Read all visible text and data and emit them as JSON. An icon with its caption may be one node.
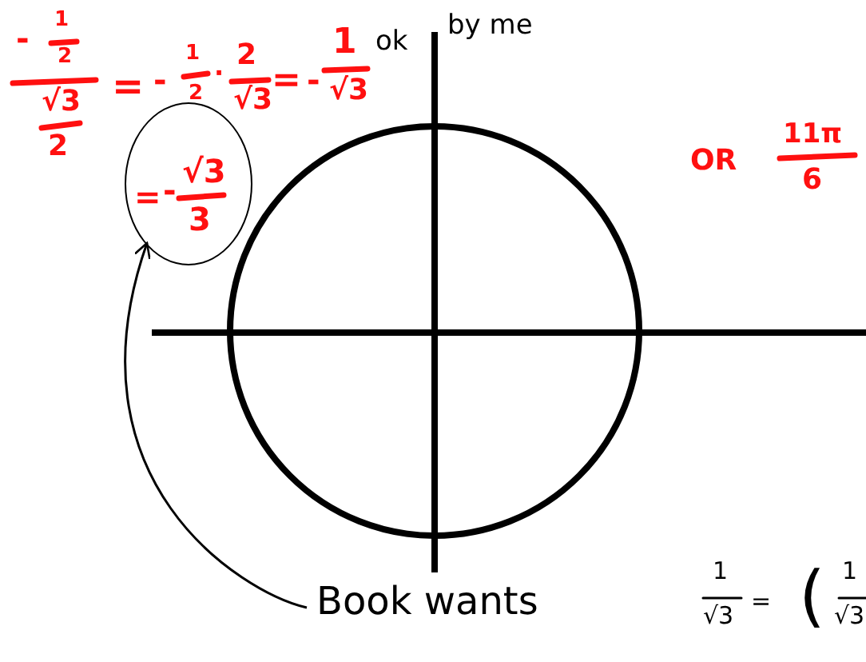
{
  "diagram": {
    "nodes": [
      {
        "text": [
          "=",
          "-",
          "√3",
          "3"
        ]
      },
      {
        "text": [
          "Book wants"
        ]
      }
    ],
    "edges": [
      {
        "from": 1,
        "to": 0,
        "arrow": "to"
      }
    ],
    "labels": [
      "-",
      "1",
      "2",
      "√3",
      "2",
      "=",
      "-",
      "1",
      "2",
      "·",
      "2",
      "√3",
      "=",
      "-",
      "1",
      "√3",
      "ok",
      "by me",
      "OR",
      "11π",
      "6",
      "1",
      "√3",
      "=",
      "(",
      "1",
      "√3"
    ]
  }
}
